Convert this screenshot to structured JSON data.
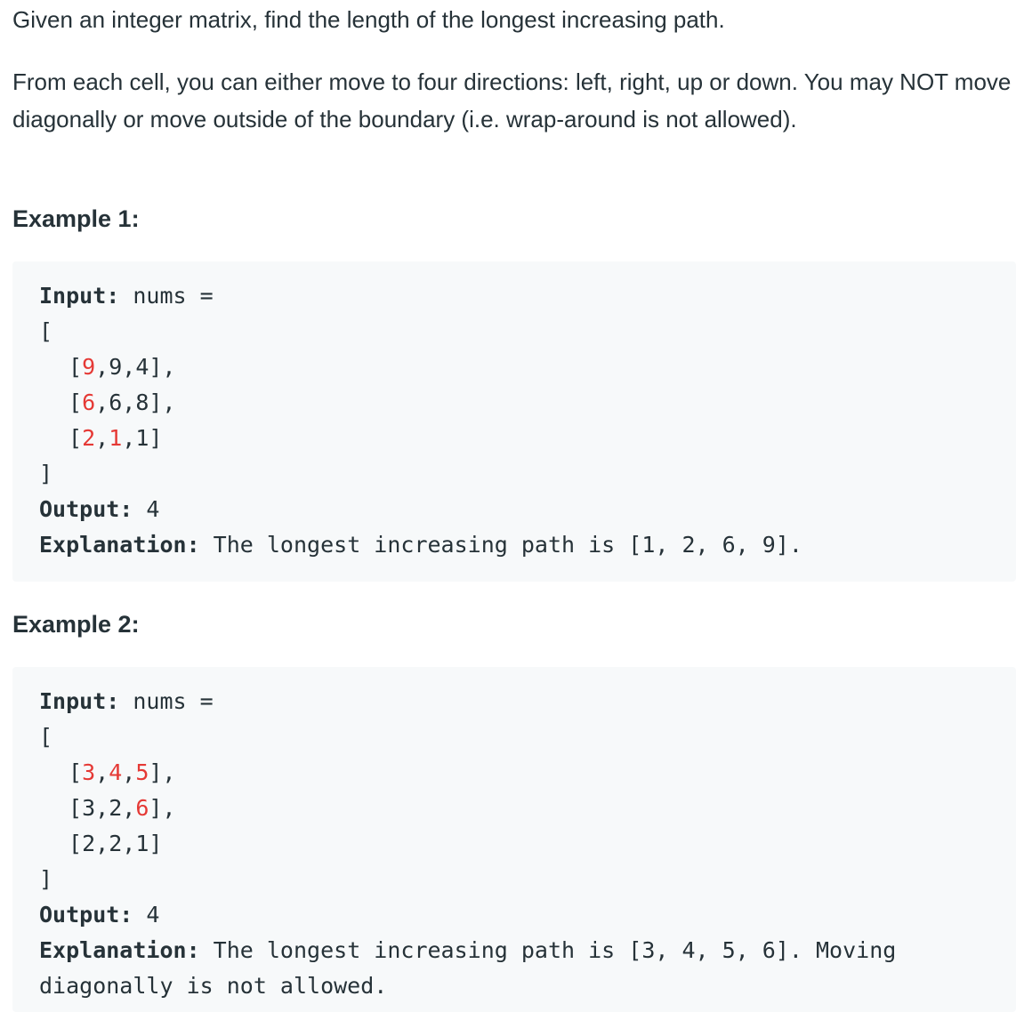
{
  "paragraphs": [
    "Given an integer matrix, find the length of the longest increasing path.",
    "From each cell, you can either move to four directions: left, right, up or down. You may NOT move diagonally or move outside of the boundary (i.e. wrap-around is not allowed)."
  ],
  "examples": [
    {
      "title": "Example 1:",
      "input_label": "Input:",
      "input_text": " nums =",
      "open_bracket": "[",
      "rows": [
        {
          "cells": [
            "9",
            "9",
            "4"
          ],
          "highlight": [
            true,
            false,
            false
          ],
          "suffix": "],"
        },
        {
          "cells": [
            "6",
            "6",
            "8"
          ],
          "highlight": [
            true,
            false,
            false
          ],
          "suffix": "],"
        },
        {
          "cells": [
            "2",
            "1",
            "1"
          ],
          "highlight": [
            true,
            true,
            false
          ],
          "suffix": "]"
        }
      ],
      "close_bracket": "]",
      "output_label": "Output:",
      "output_value": " 4",
      "explanation_label": "Explanation:",
      "explanation_text": " The longest increasing path is [1, 2, 6, 9].",
      "explanation_text_2": ""
    },
    {
      "title": "Example 2:",
      "input_label": "Input:",
      "input_text": " nums =",
      "open_bracket": "[",
      "rows": [
        {
          "cells": [
            "3",
            "4",
            "5"
          ],
          "highlight": [
            true,
            true,
            true
          ],
          "suffix": "],"
        },
        {
          "cells": [
            "3",
            "2",
            "6"
          ],
          "highlight": [
            false,
            false,
            true
          ],
          "suffix": "],"
        },
        {
          "cells": [
            "2",
            "2",
            "1"
          ],
          "highlight": [
            false,
            false,
            false
          ],
          "suffix": "]"
        }
      ],
      "close_bracket": "]",
      "output_label": "Output:",
      "output_value": " 4",
      "explanation_label": "Explanation:",
      "explanation_text": " The longest increasing path is [3, 4, 5, 6]. Moving",
      "explanation_text_2": "diagonally is not allowed."
    }
  ],
  "colors": {
    "text": "#263238",
    "highlight": "#e53935",
    "code_background": "#f7f9fa"
  }
}
